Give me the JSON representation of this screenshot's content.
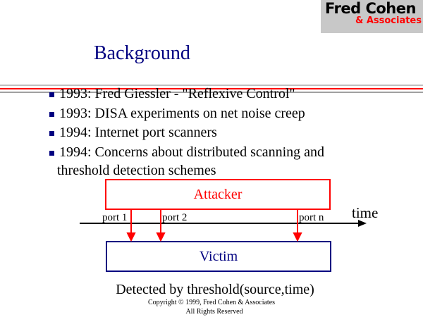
{
  "logo": {
    "line1": "Fred Cohen",
    "line2": "& Associates"
  },
  "title": "Background",
  "bullets": [
    "1993: Fred Giessler - \"Reflexive Control\"",
    "1993: DISA experiments on net noise creep",
    "1994: Internet port scanners",
    "1994: Concerns about distributed scanning and",
    "threshold detection schemes"
  ],
  "diagram": {
    "attacker": "Attacker",
    "victim": "Victim",
    "axis_label": "time",
    "ports": [
      "port 1",
      "port 2",
      "port n"
    ],
    "caption": "Detected by threshold(source,time)"
  },
  "footer": {
    "copyright": "Copyright © 1999, Fred Cohen & Associates",
    "rights": "All Rights Reserved"
  },
  "colors": {
    "title": "#000080",
    "attacker": "#ff0000",
    "victim": "#000080",
    "logo_bg": "#c8c8c8"
  }
}
